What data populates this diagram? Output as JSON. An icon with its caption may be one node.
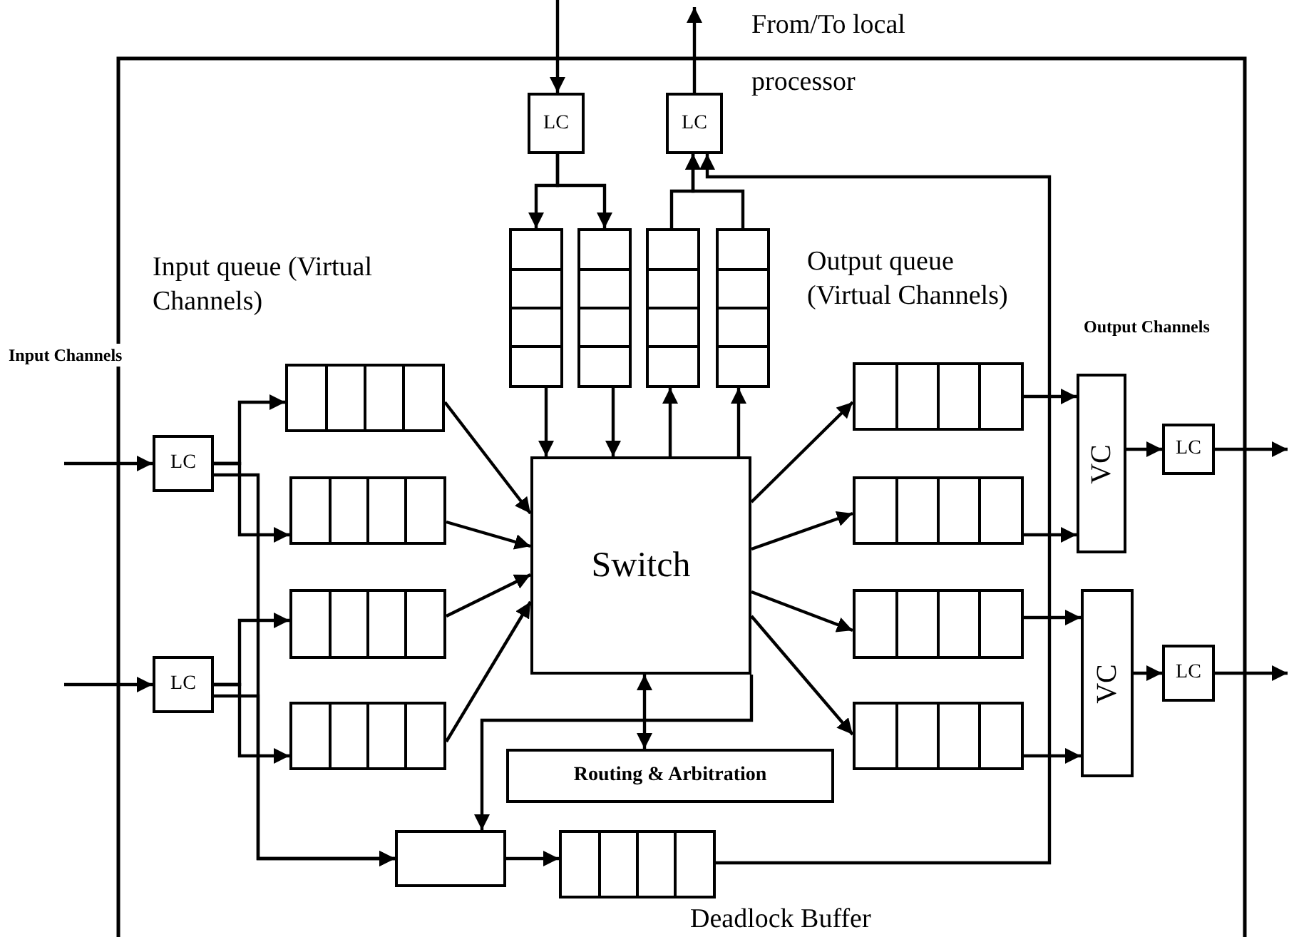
{
  "diagram": {
    "nodes": [
      {
        "text": [
          "LC"
        ]
      },
      {
        "text": [
          "LC"
        ]
      },
      {
        "text": [],
        "shape": "box"
      },
      {
        "text": [],
        "shape": "box"
      },
      {
        "text": [],
        "shape": "box"
      },
      {
        "text": [],
        "shape": "box"
      },
      {
        "text": [
          "LC"
        ]
      },
      {
        "text": [
          "LC"
        ]
      },
      {
        "text": [],
        "shape": "box"
      },
      {
        "text": [],
        "shape": "box"
      },
      {
        "text": [],
        "shape": "box"
      },
      {
        "text": [],
        "shape": "box"
      },
      {
        "text": [
          "Switch"
        ]
      },
      {
        "text": [
          "Routing & Arbitration"
        ]
      },
      {
        "text": [],
        "shape": "box"
      },
      {
        "text": [],
        "shape": "box"
      },
      {
        "text": [],
        "shape": "box"
      },
      {
        "text": [],
        "shape": "box"
      },
      {
        "text": [],
        "shape": "box"
      },
      {
        "text": [],
        "shape": "box"
      },
      {
        "text": [
          "VC"
        ]
      },
      {
        "text": [
          "VC"
        ]
      },
      {
        "text": [
          "LC"
        ]
      },
      {
        "text": [
          "LC"
        ]
      }
    ],
    "edges": [
      {
        "from": null,
        "to": 0,
        "arrow": "to"
      },
      {
        "from": 0,
        "to": 2,
        "arrow": "to"
      },
      {
        "from": 0,
        "to": 3,
        "arrow": "to"
      },
      {
        "from": 2,
        "to": 12,
        "arrow": "to"
      },
      {
        "from": 3,
        "to": 12,
        "arrow": "to"
      },
      {
        "from": 12,
        "to": 4,
        "arrow": "to"
      },
      {
        "from": 12,
        "to": 5,
        "arrow": "to"
      },
      {
        "from": 4,
        "to": 1,
        "arrow": "to"
      },
      {
        "from": 5,
        "to": 1,
        "arrow": "to"
      },
      {
        "from": 1,
        "to": null,
        "arrow": "to"
      },
      {
        "from": 15,
        "to": 1,
        "arrow": "to"
      },
      {
        "from": null,
        "to": 6,
        "arrow": "to"
      },
      {
        "from": null,
        "to": 7,
        "arrow": "to"
      },
      {
        "from": 6,
        "to": 8,
        "arrow": "to"
      },
      {
        "from": 6,
        "to": 9,
        "arrow": "to"
      },
      {
        "from": 7,
        "to": 10,
        "arrow": "to"
      },
      {
        "from": 7,
        "to": 11,
        "arrow": "to"
      },
      {
        "from": 6,
        "to": 14,
        "arrow": "to"
      },
      {
        "from": 7,
        "to": 14,
        "arrow": "to"
      },
      {
        "from": 8,
        "to": 12,
        "arrow": "to"
      },
      {
        "from": 9,
        "to": 12,
        "arrow": "to"
      },
      {
        "from": 10,
        "to": 12,
        "arrow": "to"
      },
      {
        "from": 11,
        "to": 12,
        "arrow": "to"
      },
      {
        "from": 12,
        "to": 16,
        "arrow": "to"
      },
      {
        "from": 12,
        "to": 17,
        "arrow": "to"
      },
      {
        "from": 12,
        "to": 18,
        "arrow": "to"
      },
      {
        "from": 12,
        "to": 19,
        "arrow": "to"
      },
      {
        "from": 16,
        "to": 20,
        "arrow": "to"
      },
      {
        "from": 17,
        "to": 20,
        "arrow": "to"
      },
      {
        "from": 18,
        "to": 21,
        "arrow": "to"
      },
      {
        "from": 19,
        "to": 21,
        "arrow": "to"
      },
      {
        "from": 20,
        "to": 22,
        "arrow": "to"
      },
      {
        "from": 21,
        "to": 23,
        "arrow": "to"
      },
      {
        "from": 22,
        "to": null,
        "arrow": "to"
      },
      {
        "from": 23,
        "to": null,
        "arrow": "to"
      },
      {
        "from": 12,
        "to": 13,
        "arrow": "both"
      },
      {
        "from": 12,
        "to": 14,
        "arrow": "to"
      },
      {
        "from": 14,
        "to": 15,
        "arrow": "to"
      }
    ],
    "labels": [
      "From/To local processor",
      "Input queue (Virtual Channels)",
      "Output queue (Virtual Channels)",
      "Input Channels",
      "Output Channels",
      "Deadlock Buffer"
    ]
  }
}
